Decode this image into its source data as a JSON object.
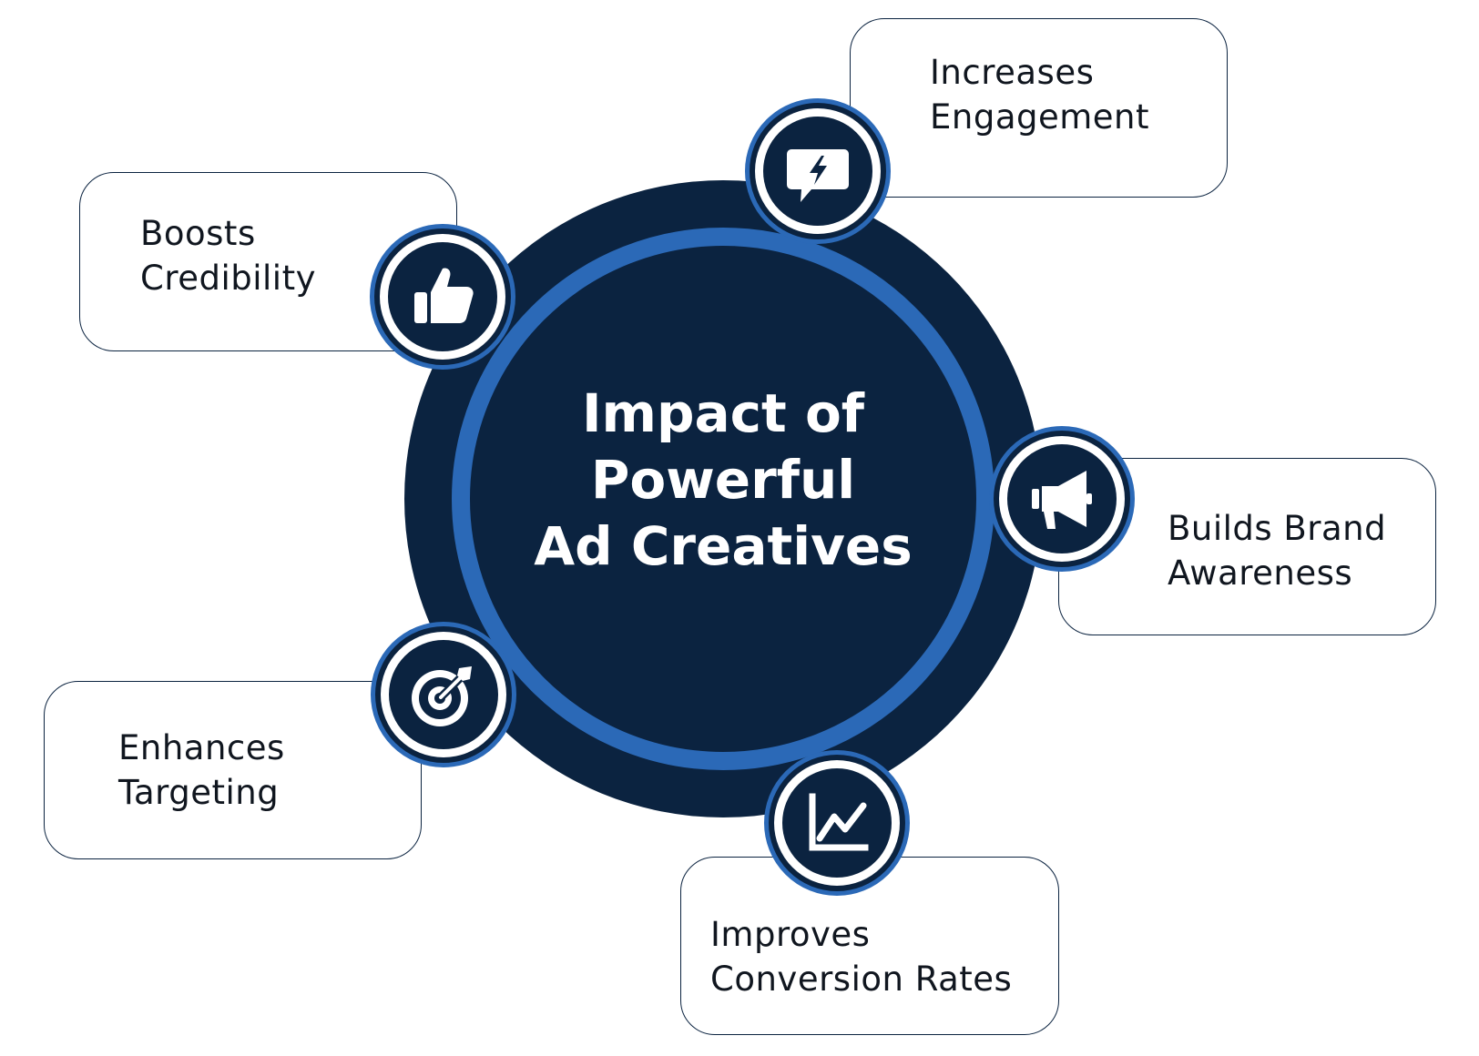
{
  "hub": {
    "title_lines": [
      "Impact of",
      "Powerful",
      "Ad Creatives"
    ]
  },
  "items": [
    {
      "lines": [
        "Increases",
        "Engagement"
      ],
      "icon": "lightning-chat-icon"
    },
    {
      "lines": [
        "Boosts",
        "Credibility"
      ],
      "icon": "thumbs-up-icon"
    },
    {
      "lines": [
        "Builds Brand",
        "Awareness"
      ],
      "icon": "megaphone-icon"
    },
    {
      "lines": [
        "Enhances",
        "Targeting"
      ],
      "icon": "target-icon"
    },
    {
      "lines": [
        "Improves",
        "Conversion Rates"
      ],
      "icon": "line-chart-icon"
    }
  ],
  "colors": {
    "navy": "#0b2340",
    "accent_blue": "#2b69b7",
    "card_border": "#0b2340",
    "background": "#ffffff"
  }
}
